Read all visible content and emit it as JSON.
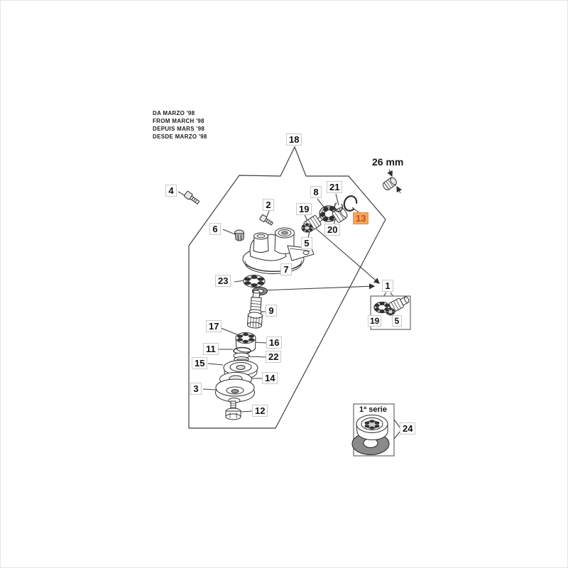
{
  "note": {
    "line1": "DA MARZO '98",
    "line2": "FROM MARCH '98",
    "line3": "DEPUIS MARS '98",
    "line4": "DESDE MARZO '98"
  },
  "kit": {
    "number": "18"
  },
  "dimension": {
    "label": "26 mm"
  },
  "highlight": {
    "part": "13",
    "bg": "#f5a55b",
    "fg": "#c0521a"
  },
  "callouts": {
    "p1": "1",
    "p2": "2",
    "p3": "3",
    "p4": "4",
    "p5": "5",
    "p6": "6",
    "p7": "7",
    "p8": "8",
    "p9": "9",
    "p11": "11",
    "p12": "12",
    "p13": "13",
    "p14": "14",
    "p15": "15",
    "p16": "16",
    "p17": "17",
    "p19": "19",
    "p20": "20",
    "p21": "21",
    "p22": "22",
    "p23": "23",
    "p24": "24"
  },
  "detail_box": {
    "parent": "1",
    "bearing": "19",
    "pinion": "5"
  },
  "inset": {
    "title": "1ª serie",
    "part": "24"
  }
}
